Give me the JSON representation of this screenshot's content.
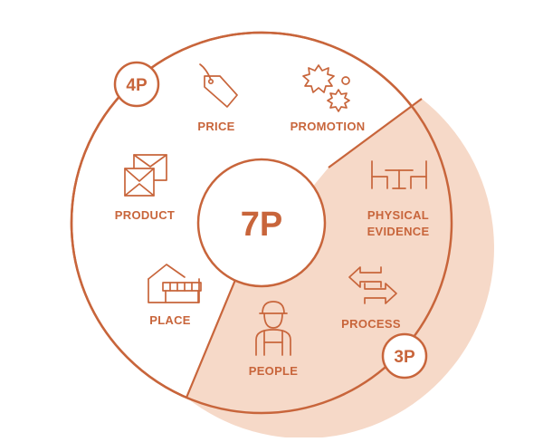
{
  "colors": {
    "accent": "#C8653B",
    "shaded_fill": "#F6D9C8",
    "background": "#FFFFFF"
  },
  "center": {
    "label": "7P"
  },
  "badges": {
    "four_p": "4P",
    "three_p": "3P"
  },
  "segments": {
    "price": {
      "label": "PRICE",
      "icon": "price-tag-icon"
    },
    "promotion": {
      "label": "PROMOTION",
      "icon": "starburst-icon"
    },
    "product": {
      "label": "PRODUCT",
      "icon": "boxes-icon"
    },
    "place": {
      "label": "PLACE",
      "icon": "storefront-icon"
    },
    "physical_evidence": {
      "label_line1": "PHYSICAL",
      "label_line2": "EVIDENCE",
      "icon": "table-chairs-icon"
    },
    "process": {
      "label": "PROCESS",
      "icon": "exchange-arrows-icon"
    },
    "people": {
      "label": "PEOPLE",
      "icon": "person-icon"
    }
  }
}
